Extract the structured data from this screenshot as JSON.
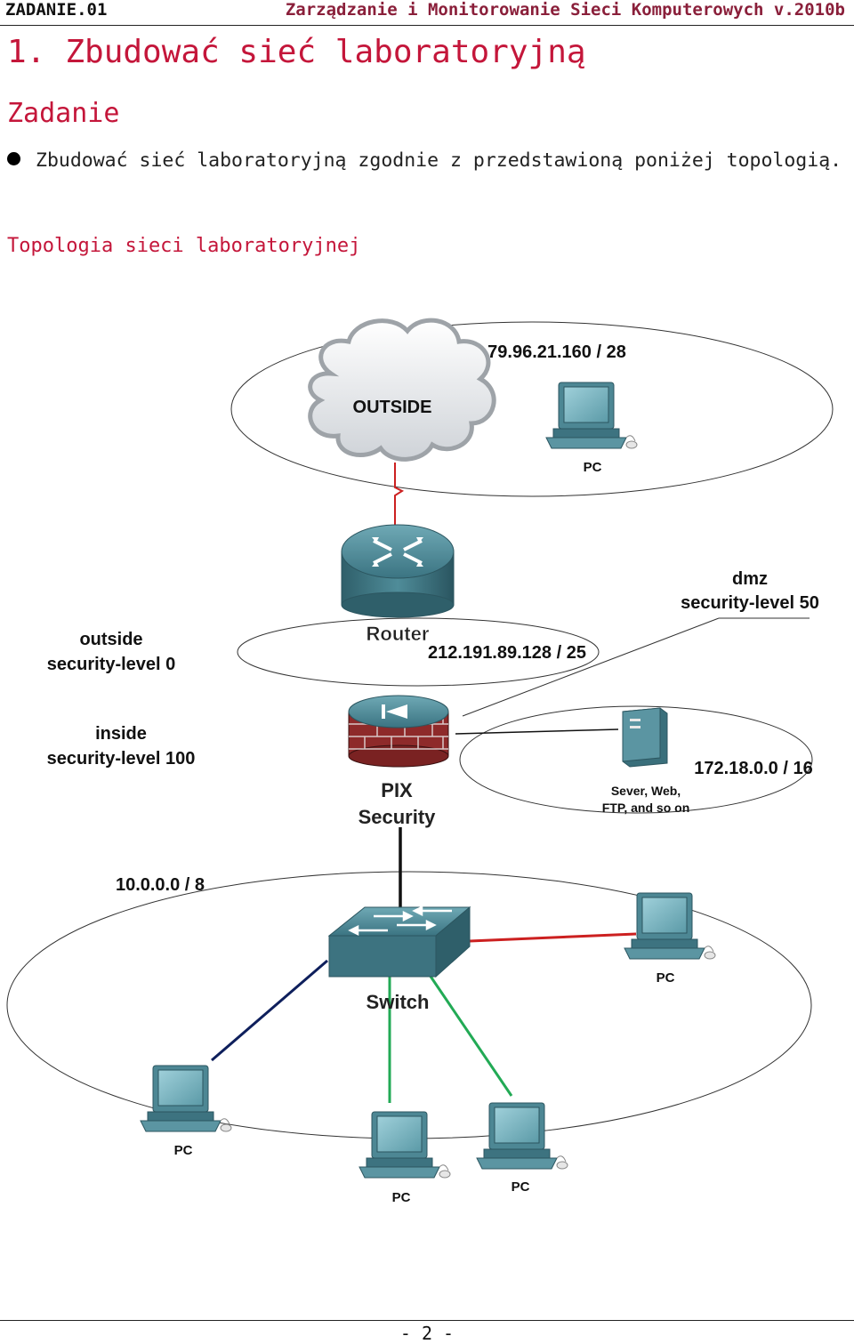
{
  "header": {
    "left": "ZADANIE.01",
    "right": "Zarządzanie i Monitorowanie Sieci Komputerowych v.2010b"
  },
  "section": {
    "number": "1.",
    "title": "Zbudować sieć laboratoryjną"
  },
  "subsection": "Zadanie",
  "bullets": [
    "Zbudować sieć laboratoryjną zgodnie z przedstawioną poniżej topologią."
  ],
  "figure_caption": "Topologia sieci laboratoryjnej",
  "diagram": {
    "outside_cloud_label": "OUTSIDE",
    "outside_net": "79.96.21.160 / 28",
    "outside_pc_label": "PC",
    "router_label": "Router",
    "router_net": "212.191.89.128 / 25",
    "outside_zone": [
      "outside",
      "security-level 0"
    ],
    "dmz_zone": [
      "dmz",
      "security-level 50"
    ],
    "inside_zone": [
      "inside",
      "security-level 100"
    ],
    "pix_label": [
      "PIX",
      "Security"
    ],
    "server_label": [
      "Sever, Web,",
      "FTP, and so on"
    ],
    "dmz_net": "172.18.0.0 / 16",
    "inside_net": "10.0.0.0 / 8",
    "switch_label": "Switch",
    "pc_labels": [
      "PC",
      "PC",
      "PC",
      "PC"
    ],
    "colors": {
      "link_red": "#cc2020",
      "link_green": "#22aa55",
      "link_navy": "#0e1f5c",
      "device_teal": "#3d7f8c",
      "heading_red": "#c4163a"
    }
  },
  "footer": {
    "page": "- 2 -"
  }
}
